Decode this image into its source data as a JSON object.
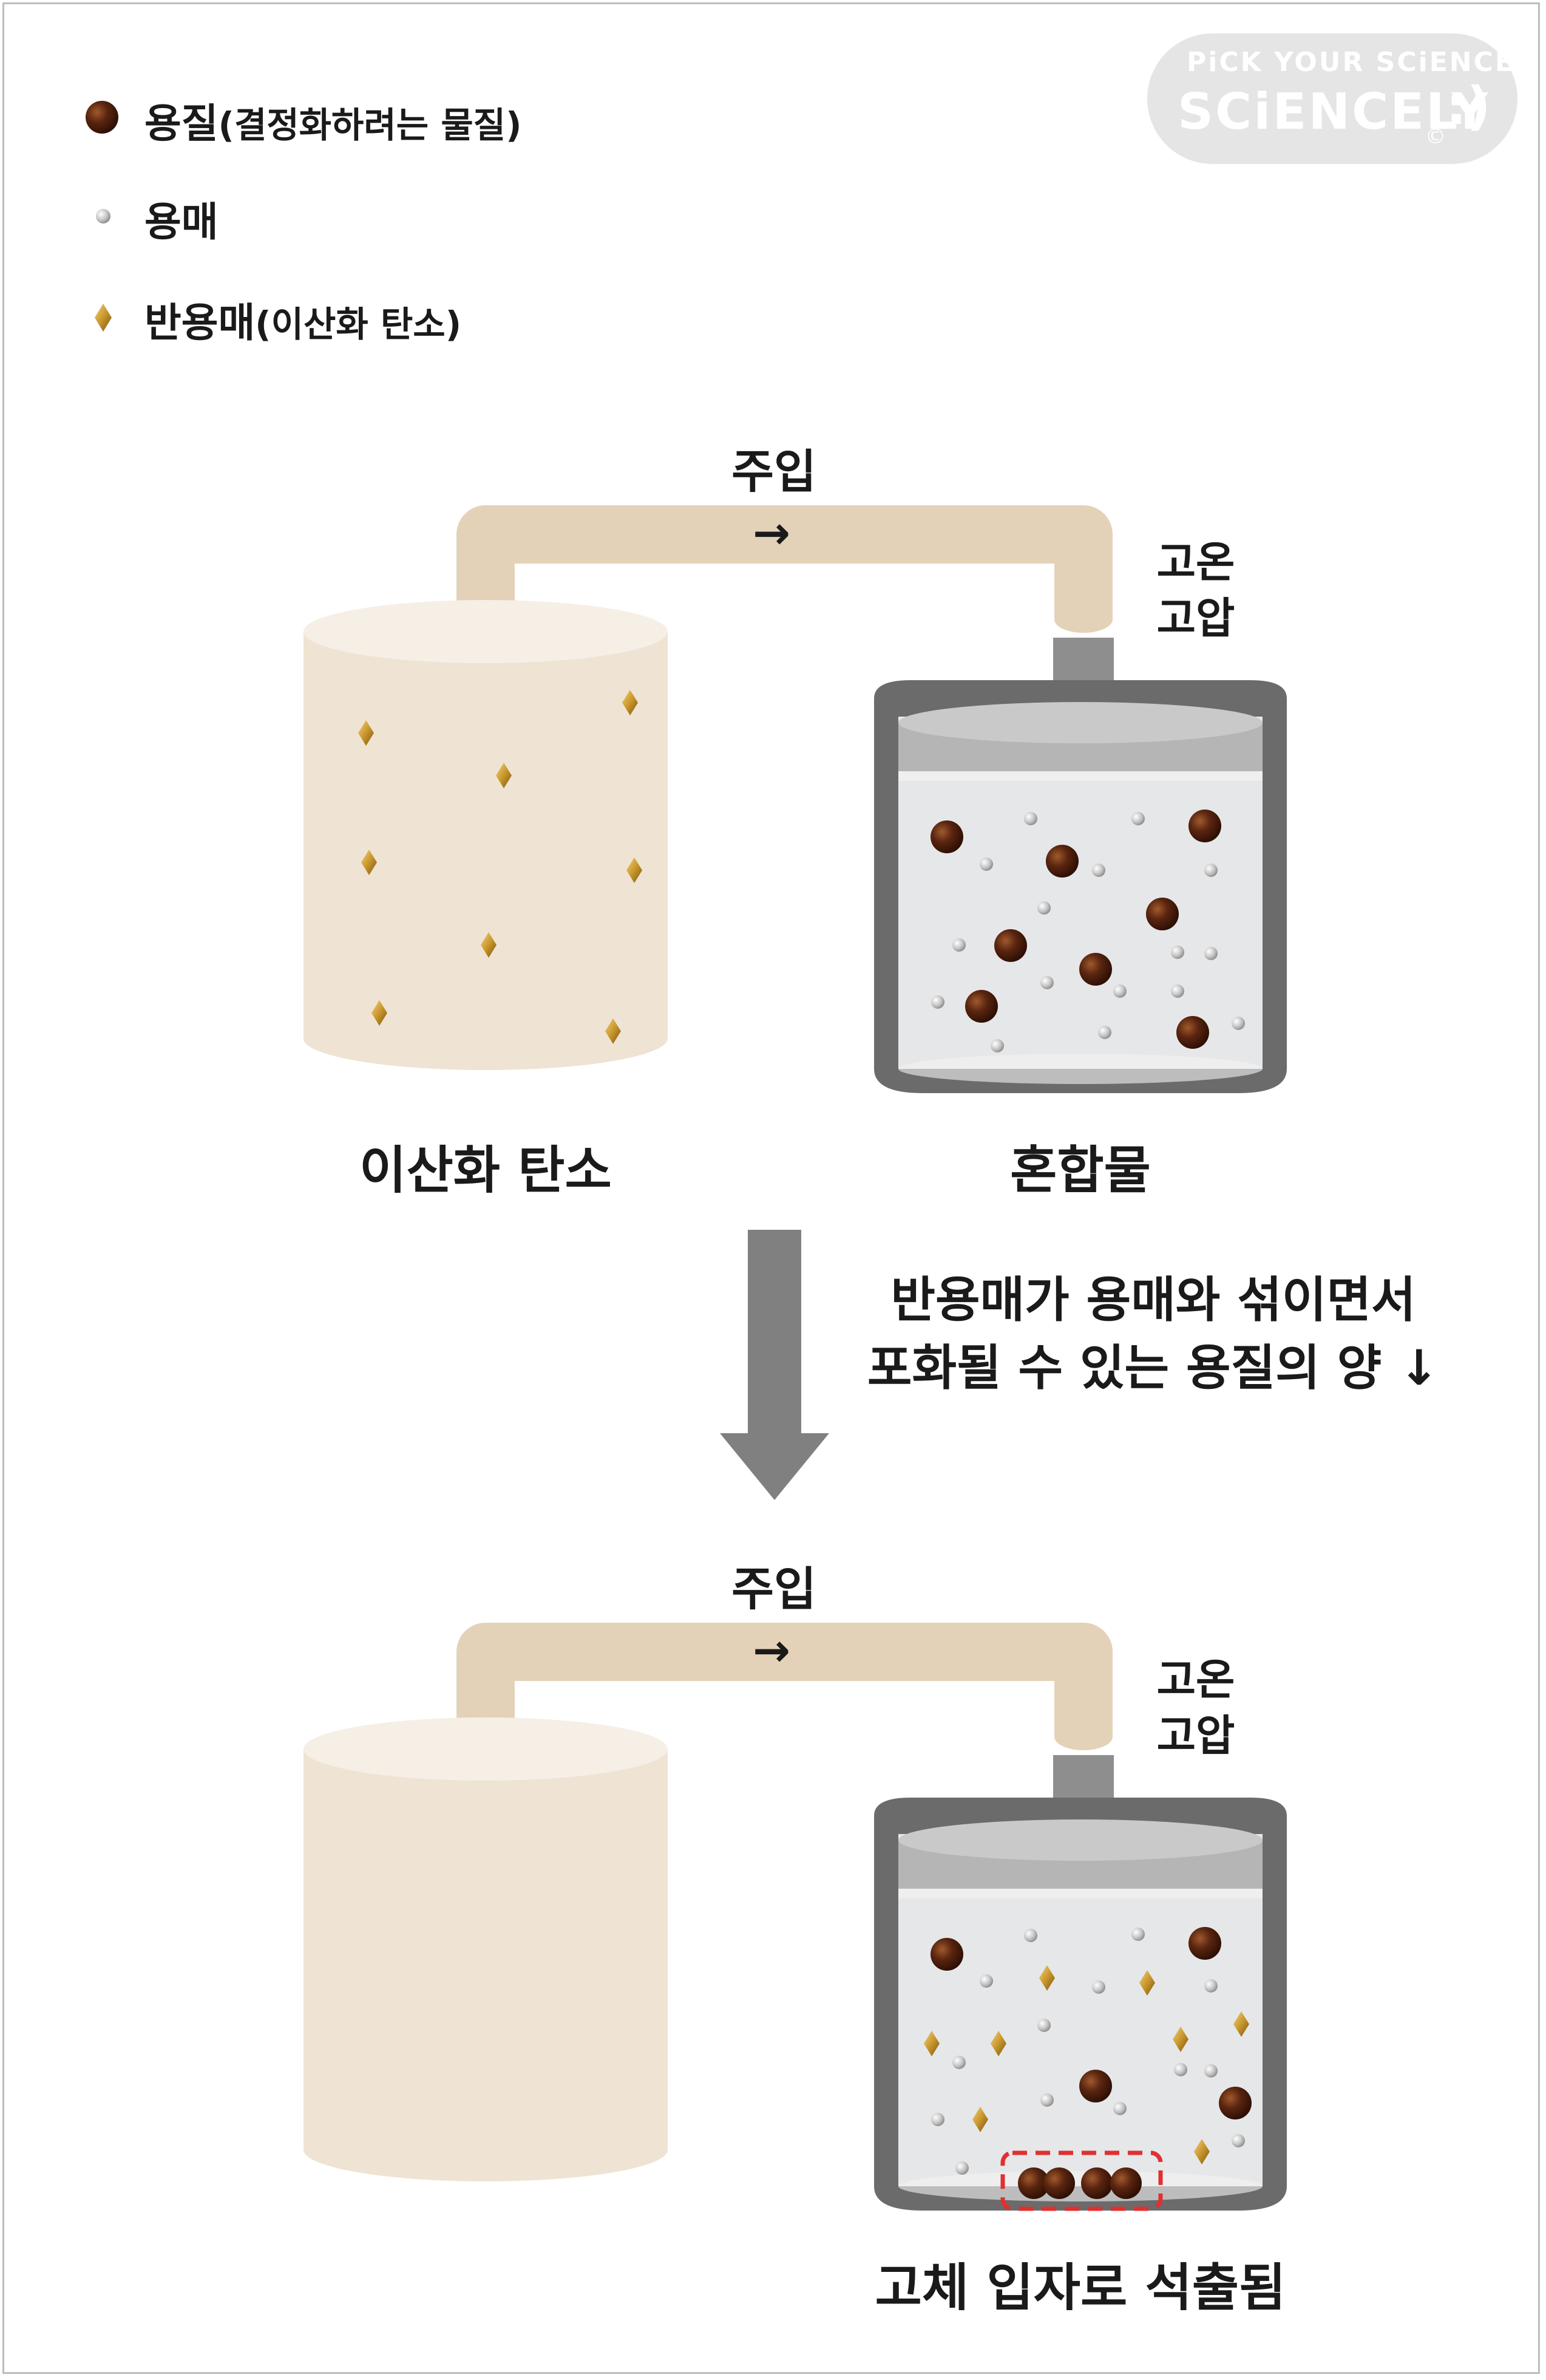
{
  "legend": {
    "solute": {
      "label": "용질",
      "sub": "(결정화하려는 물질)"
    },
    "solvent": {
      "label": "용매"
    },
    "antisolvent": {
      "label": "반용매",
      "sub": "(이산화 탄소)"
    }
  },
  "logo": {
    "line1": "PiCK YOUR SCiENCE",
    "line2": "SCiENCELY",
    "face": ":)",
    "copyright": "©"
  },
  "top_panel": {
    "inject_label": "주입",
    "arrow_glyph": "→",
    "condition_line1": "고온",
    "condition_line2": "고압",
    "left_tank_label": "이산화 탄소",
    "right_tank_label": "혼합물"
  },
  "transition": {
    "line1": "반용매가 용매와 섞이면서",
    "line2": "포화될 수 있는 용질의 양 ↓"
  },
  "bottom_panel": {
    "inject_label": "주입",
    "arrow_glyph": "→",
    "condition_line1": "고온",
    "condition_line2": "고압",
    "result_label": "고체 입자로 석출됨"
  },
  "colors": {
    "tank_beige": "#efe3d3",
    "tank_beige_top": "#f6efe6",
    "pipe": "#e4d2b8",
    "vessel_dark": "#6b6b6b",
    "vessel_lid": "#b5b5b5",
    "liquid": "#e6e7e9",
    "solute": "#4a1e08",
    "solvent": "#b8b8b8",
    "antisolvent": "#c8962c",
    "highlight": "#e03030",
    "flow_arrow": "#808080"
  },
  "icons": {
    "solute": "dark-brown-sphere",
    "solvent": "small-gray-sphere",
    "antisolvent": "gold-diamond",
    "inject": "right-arrow",
    "process": "down-arrow"
  }
}
